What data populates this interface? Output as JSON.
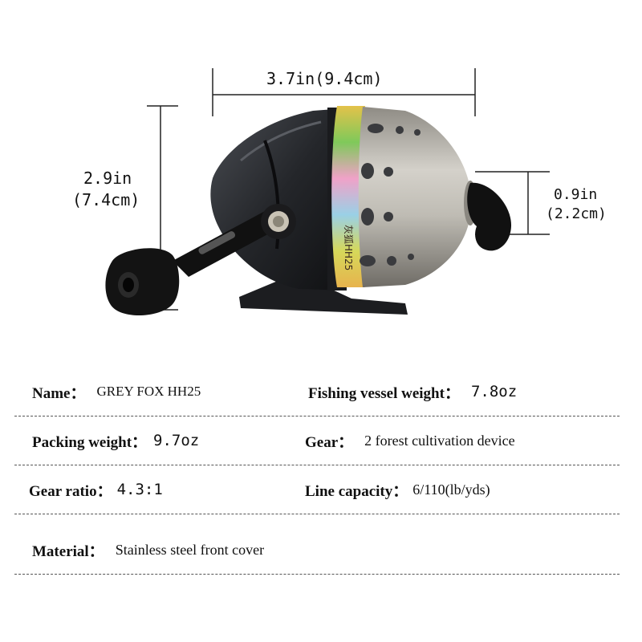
{
  "dimensions": {
    "width_label": "3.7in(9.4cm)",
    "height_label_in": "2.9in",
    "height_label_cm": "(7.4cm)",
    "opening_label_in": "0.9in",
    "opening_label_cm": "(2.2cm)"
  },
  "product_band_text": "灰狐HH25",
  "specs": {
    "name": {
      "label": "Name：",
      "value": "GREY FOX HH25"
    },
    "vessel_weight": {
      "label": "Fishing vessel weight：",
      "value": "7.8oz"
    },
    "packing_weight": {
      "label": "Packing weight：",
      "value": "9.7oz"
    },
    "gear": {
      "label": "Gear：",
      "value": "2 forest cultivation device"
    },
    "gear_ratio": {
      "label": "Gear ratio：",
      "value": "4.3:1"
    },
    "line_capacity": {
      "label": "Line capacity：",
      "value": "6/110(lb/yds)"
    },
    "material": {
      "label": "Material：",
      "value": "Stainless steel front cover"
    }
  },
  "colors": {
    "reel_body": "#2a2c30",
    "steel_cover": "#b9b6ae",
    "knob": "#151515"
  }
}
